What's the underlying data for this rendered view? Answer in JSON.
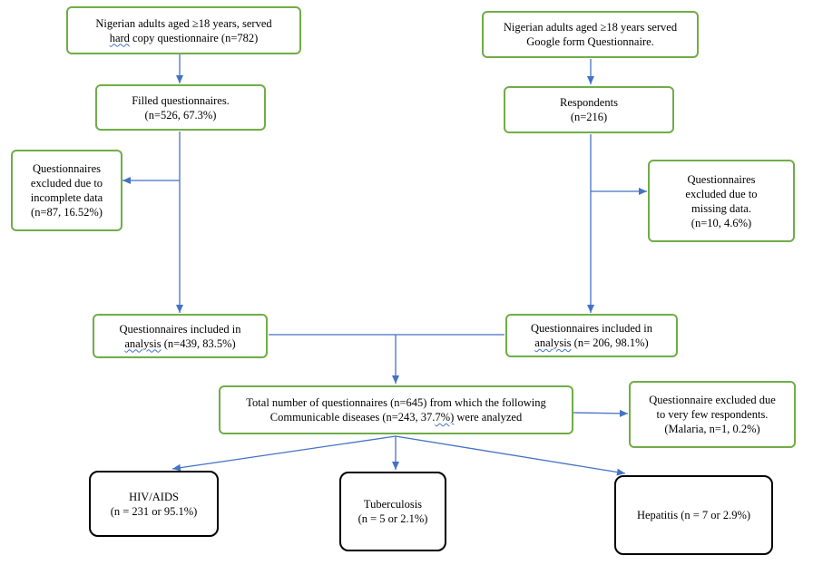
{
  "left": {
    "served": [
      "Nigerian  adults aged ≥18 years, served",
      "hard copy questionnaire (n=782)"
    ],
    "filled": [
      "Filled  questionnaires.",
      "(n=526, 67.3%)"
    ],
    "excluded": [
      "Questionnaires",
      "excluded due to",
      "incomplete data",
      "(n=87, 16.52%)"
    ],
    "included": [
      "Questionnaires included in",
      "analysis (n=439, 83.5%)"
    ]
  },
  "right": {
    "served": [
      "Nigerian  adults aged ≥18 years served",
      "Google form Questionnaire."
    ],
    "respondents": [
      "Respondents",
      "(n=216)"
    ],
    "excluded": [
      "Questionnaires",
      "excluded due to",
      "missing data.",
      "(n=10, 4.6%)"
    ],
    "included": [
      "Questionnaires included in",
      "analysis (n= 206, 98.1%)"
    ]
  },
  "total": [
    "Total number of questionnaires (n=645) from which  the following",
    "Communicable diseases (n=243, 37.7%) were analyzed"
  ],
  "excluded_malaria": [
    "Questionnaire excluded due",
    "to very few respondents.",
    "(Malaria, n=1, 0.2%)"
  ],
  "outcomes": {
    "hiv": [
      "HIV/AIDS",
      "(n = 231 or 95.1%)"
    ],
    "tb": [
      "Tuberculosis",
      "(n = 5 or 2.1%)"
    ],
    "hepatitis": [
      "Hepatitis  (n = 7 or 2.9%)"
    ]
  },
  "colors": {
    "box_border": "#70ad47",
    "outcome_border": "#000000",
    "arrow": "#4472c4"
  }
}
